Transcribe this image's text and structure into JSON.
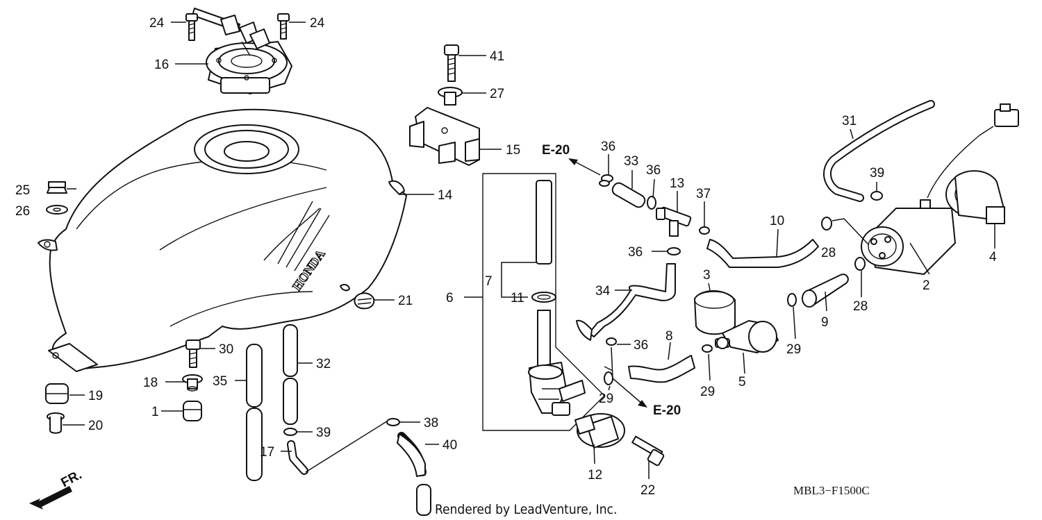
{
  "diagram": {
    "callouts": [
      "24",
      "24",
      "16",
      "41",
      "27",
      "15",
      "14",
      "25",
      "26",
      "21",
      "30",
      "32",
      "18",
      "35",
      "19",
      "20",
      "1",
      "39",
      "17",
      "38",
      "40",
      "6",
      "7",
      "11",
      "36",
      "33",
      "36",
      "13",
      "37",
      "10",
      "36",
      "34",
      "36",
      "3",
      "8",
      "29",
      "5",
      "29",
      "29",
      "9",
      "28",
      "28",
      "31",
      "39",
      "2",
      "4",
      "12",
      "22"
    ],
    "references": [
      "E-20",
      "E-20"
    ],
    "tank_brand": "HONDA",
    "front_label": "FR.",
    "drawing_code": "MBL3−F1500C",
    "credit": "Rendered by LeadVenture, Inc."
  }
}
